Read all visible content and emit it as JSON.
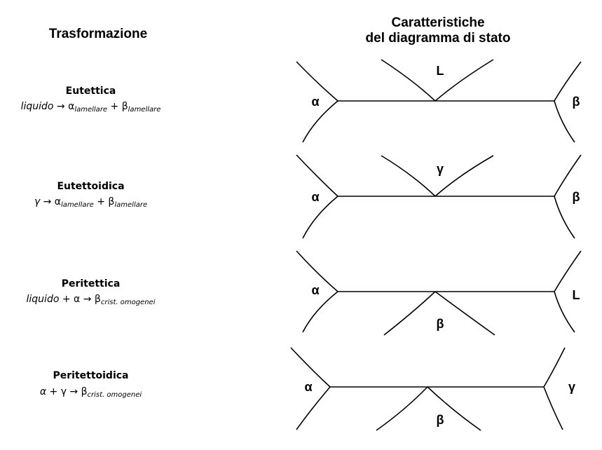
{
  "left_header": "Trasformazione",
  "right_header": [
    "Caratteristiche",
    "del diagramma di stato"
  ],
  "rows": [
    {
      "name": "Eutettica",
      "eq": {
        "a": "liquido",
        "op1": " → α",
        "s1": "lamellare",
        "op2": " + β",
        "s2": "lamellare"
      },
      "labels": {
        "left": "α",
        "right": "β",
        "center": "L"
      }
    },
    {
      "name": "Eutettoidica",
      "eq": {
        "a": "γ",
        "op1": " → α",
        "s1": "lamellare",
        "op2": " + β",
        "s2": "lamellare"
      },
      "labels": {
        "left": "α",
        "right": "β",
        "center": "γ"
      }
    },
    {
      "name": "Peritettica",
      "eq": {
        "a": "liquido",
        "op1": " + α → β",
        "s1": "crist. omogenei"
      },
      "labels": {
        "left": "α",
        "right": "L",
        "center": "β"
      }
    },
    {
      "name": "Peritettoidica",
      "eq": {
        "a": "α",
        "op1": " + γ → β",
        "s1": "crist. omogenei"
      },
      "labels": {
        "left": "α",
        "right": "γ",
        "center": "β"
      }
    }
  ]
}
